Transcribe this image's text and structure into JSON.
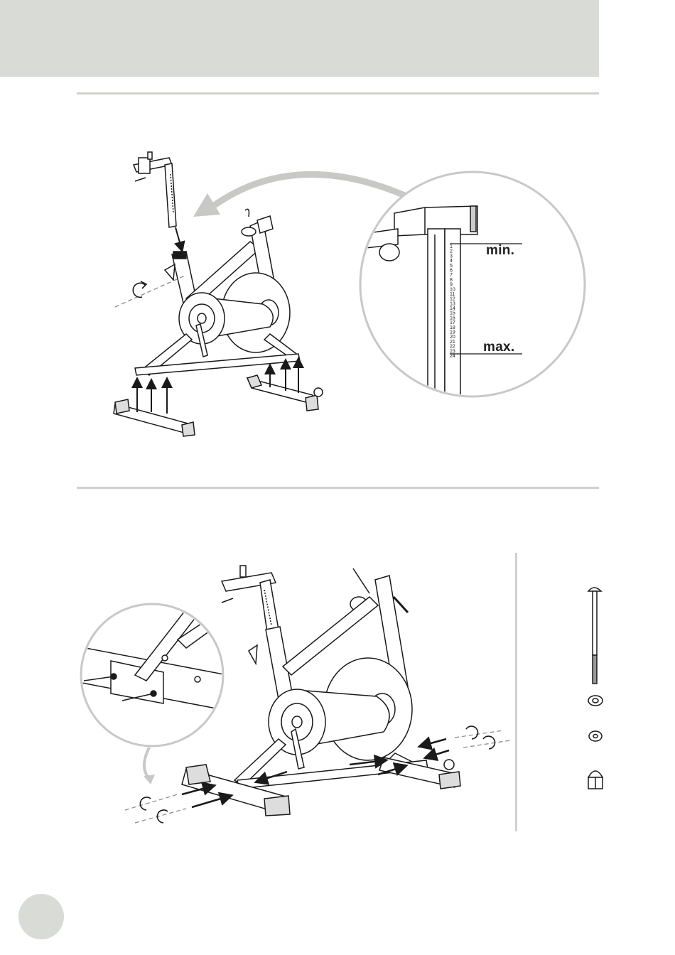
{
  "header": {
    "band_color": "#d9dbd6"
  },
  "step1": {
    "detail": {
      "min_label": "min.",
      "max_label": "max.",
      "scale_marks": [
        "1",
        "2",
        "3",
        "4",
        "5",
        "6",
        "7",
        "8",
        "9",
        "10",
        "11",
        "12",
        "13",
        "14",
        "15",
        "16",
        "17",
        "18",
        "19",
        "20",
        "21",
        "22",
        "23",
        "24"
      ]
    }
  },
  "step2": {
    "parts": [
      {
        "icon": "carriage-bolt-icon"
      },
      {
        "icon": "spring-washer-icon"
      },
      {
        "icon": "flat-washer-icon"
      },
      {
        "icon": "cap-nut-icon"
      }
    ]
  },
  "colors": {
    "line": "#1a1a1a",
    "circle": "#c8c8c6",
    "arrow_grey": "#c8c8c6"
  }
}
